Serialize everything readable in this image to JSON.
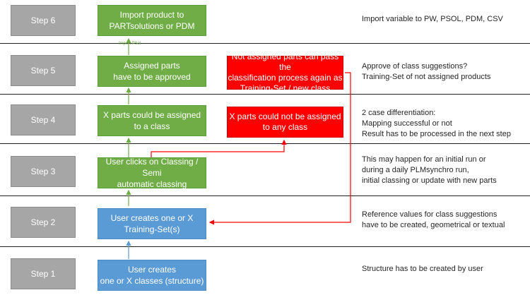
{
  "steps": [
    "Step 6",
    "Step 5",
    "Step 4",
    "Step 3",
    "Step 2",
    "Step 1"
  ],
  "process": {
    "step6": "Import product to\nPARTsolutions or PDM",
    "step5": "Assigned parts\nhave to be approved",
    "step4": "X parts could be assigned\nto a class",
    "step3": "User clicks on Classing / Semi\nautomatic classing",
    "step2": "User creates one or X\nTraining-Set(s)",
    "step1": "User creates\none or X classes (structure)"
  },
  "exceptions": {
    "not_assigned_pass": "Not assigned parts can pass the\nclassification process again as\nTraining-Set / new class",
    "not_assigned_any": "X parts could not be assigned\nto any class"
  },
  "connector_label": "Import PSol",
  "notes": {
    "step6": "Import variable to  PW, PSOL, PDM, CSV",
    "step5": "Approve of class suggestions?\nTraining-Set of not assigned products",
    "step4": "2 case differentiation:\nMapping successful or not\nResult has to be processed in the next step",
    "step3": "This may happen for an initial run or\nduring a daily PLMsynchro run,\ninitial classing or update with new parts",
    "step2": "Reference values for class suggestions\nhave to be created, geometrical or textual",
    "step1": "Structure has to be created by user"
  },
  "colors": {
    "step_box": "#a6a6a6",
    "process_green": "#70ad47",
    "process_blue": "#5b9bd5",
    "exception_red": "#ff0000",
    "divider": "#1f1f1f"
  }
}
